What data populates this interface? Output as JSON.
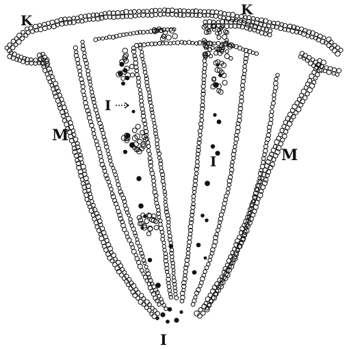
{
  "labels": {
    "k_left": "K",
    "k_right": "K",
    "m_left": "M",
    "m_right": "M",
    "i_upper_left": "I",
    "i_right": "I",
    "i_bottom": "I"
  },
  "colors": {
    "ink": "#111111",
    "paper": "#ffffff"
  }
}
